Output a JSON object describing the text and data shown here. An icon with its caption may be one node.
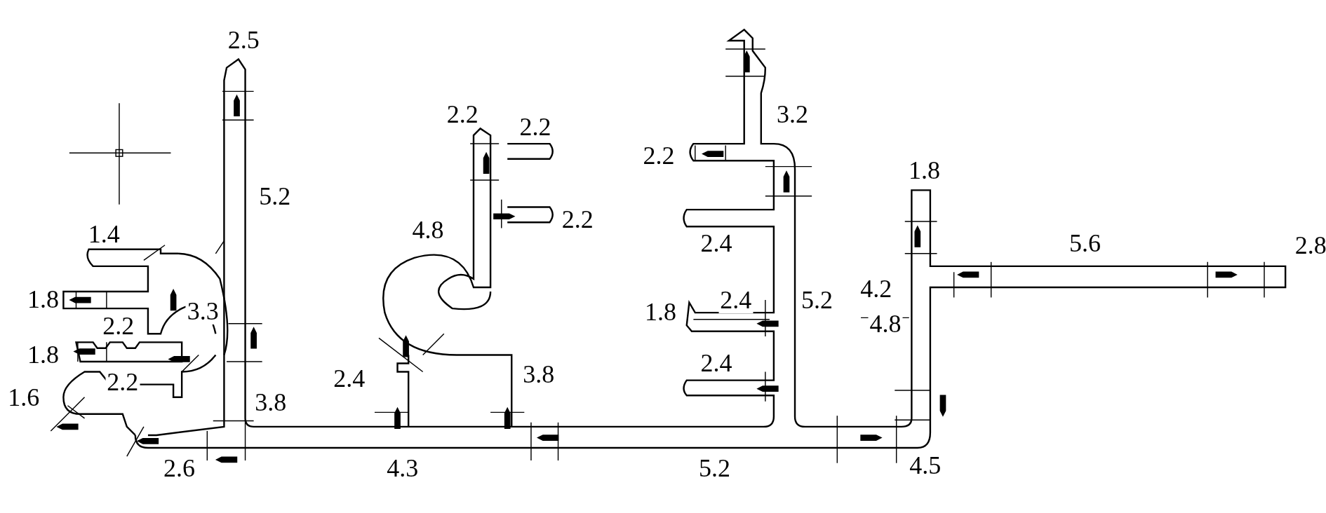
{
  "diagram": {
    "labels": [
      "2.5",
      "2.2",
      "2.2",
      "3.2",
      "2.2",
      "1.8",
      "5.2",
      "1.4",
      "4.8",
      "2.2",
      "2.4",
      "5.6",
      "2.8",
      "4.2",
      "1.8",
      "2.4",
      "5.2",
      "3.3",
      "1.8",
      "2.2",
      "4.8",
      "1.8",
      "2.4",
      "2.2",
      "2.4",
      "3.8",
      "1.6",
      "3.8",
      "2.6",
      "4.3",
      "5.2",
      "4.5"
    ]
  }
}
